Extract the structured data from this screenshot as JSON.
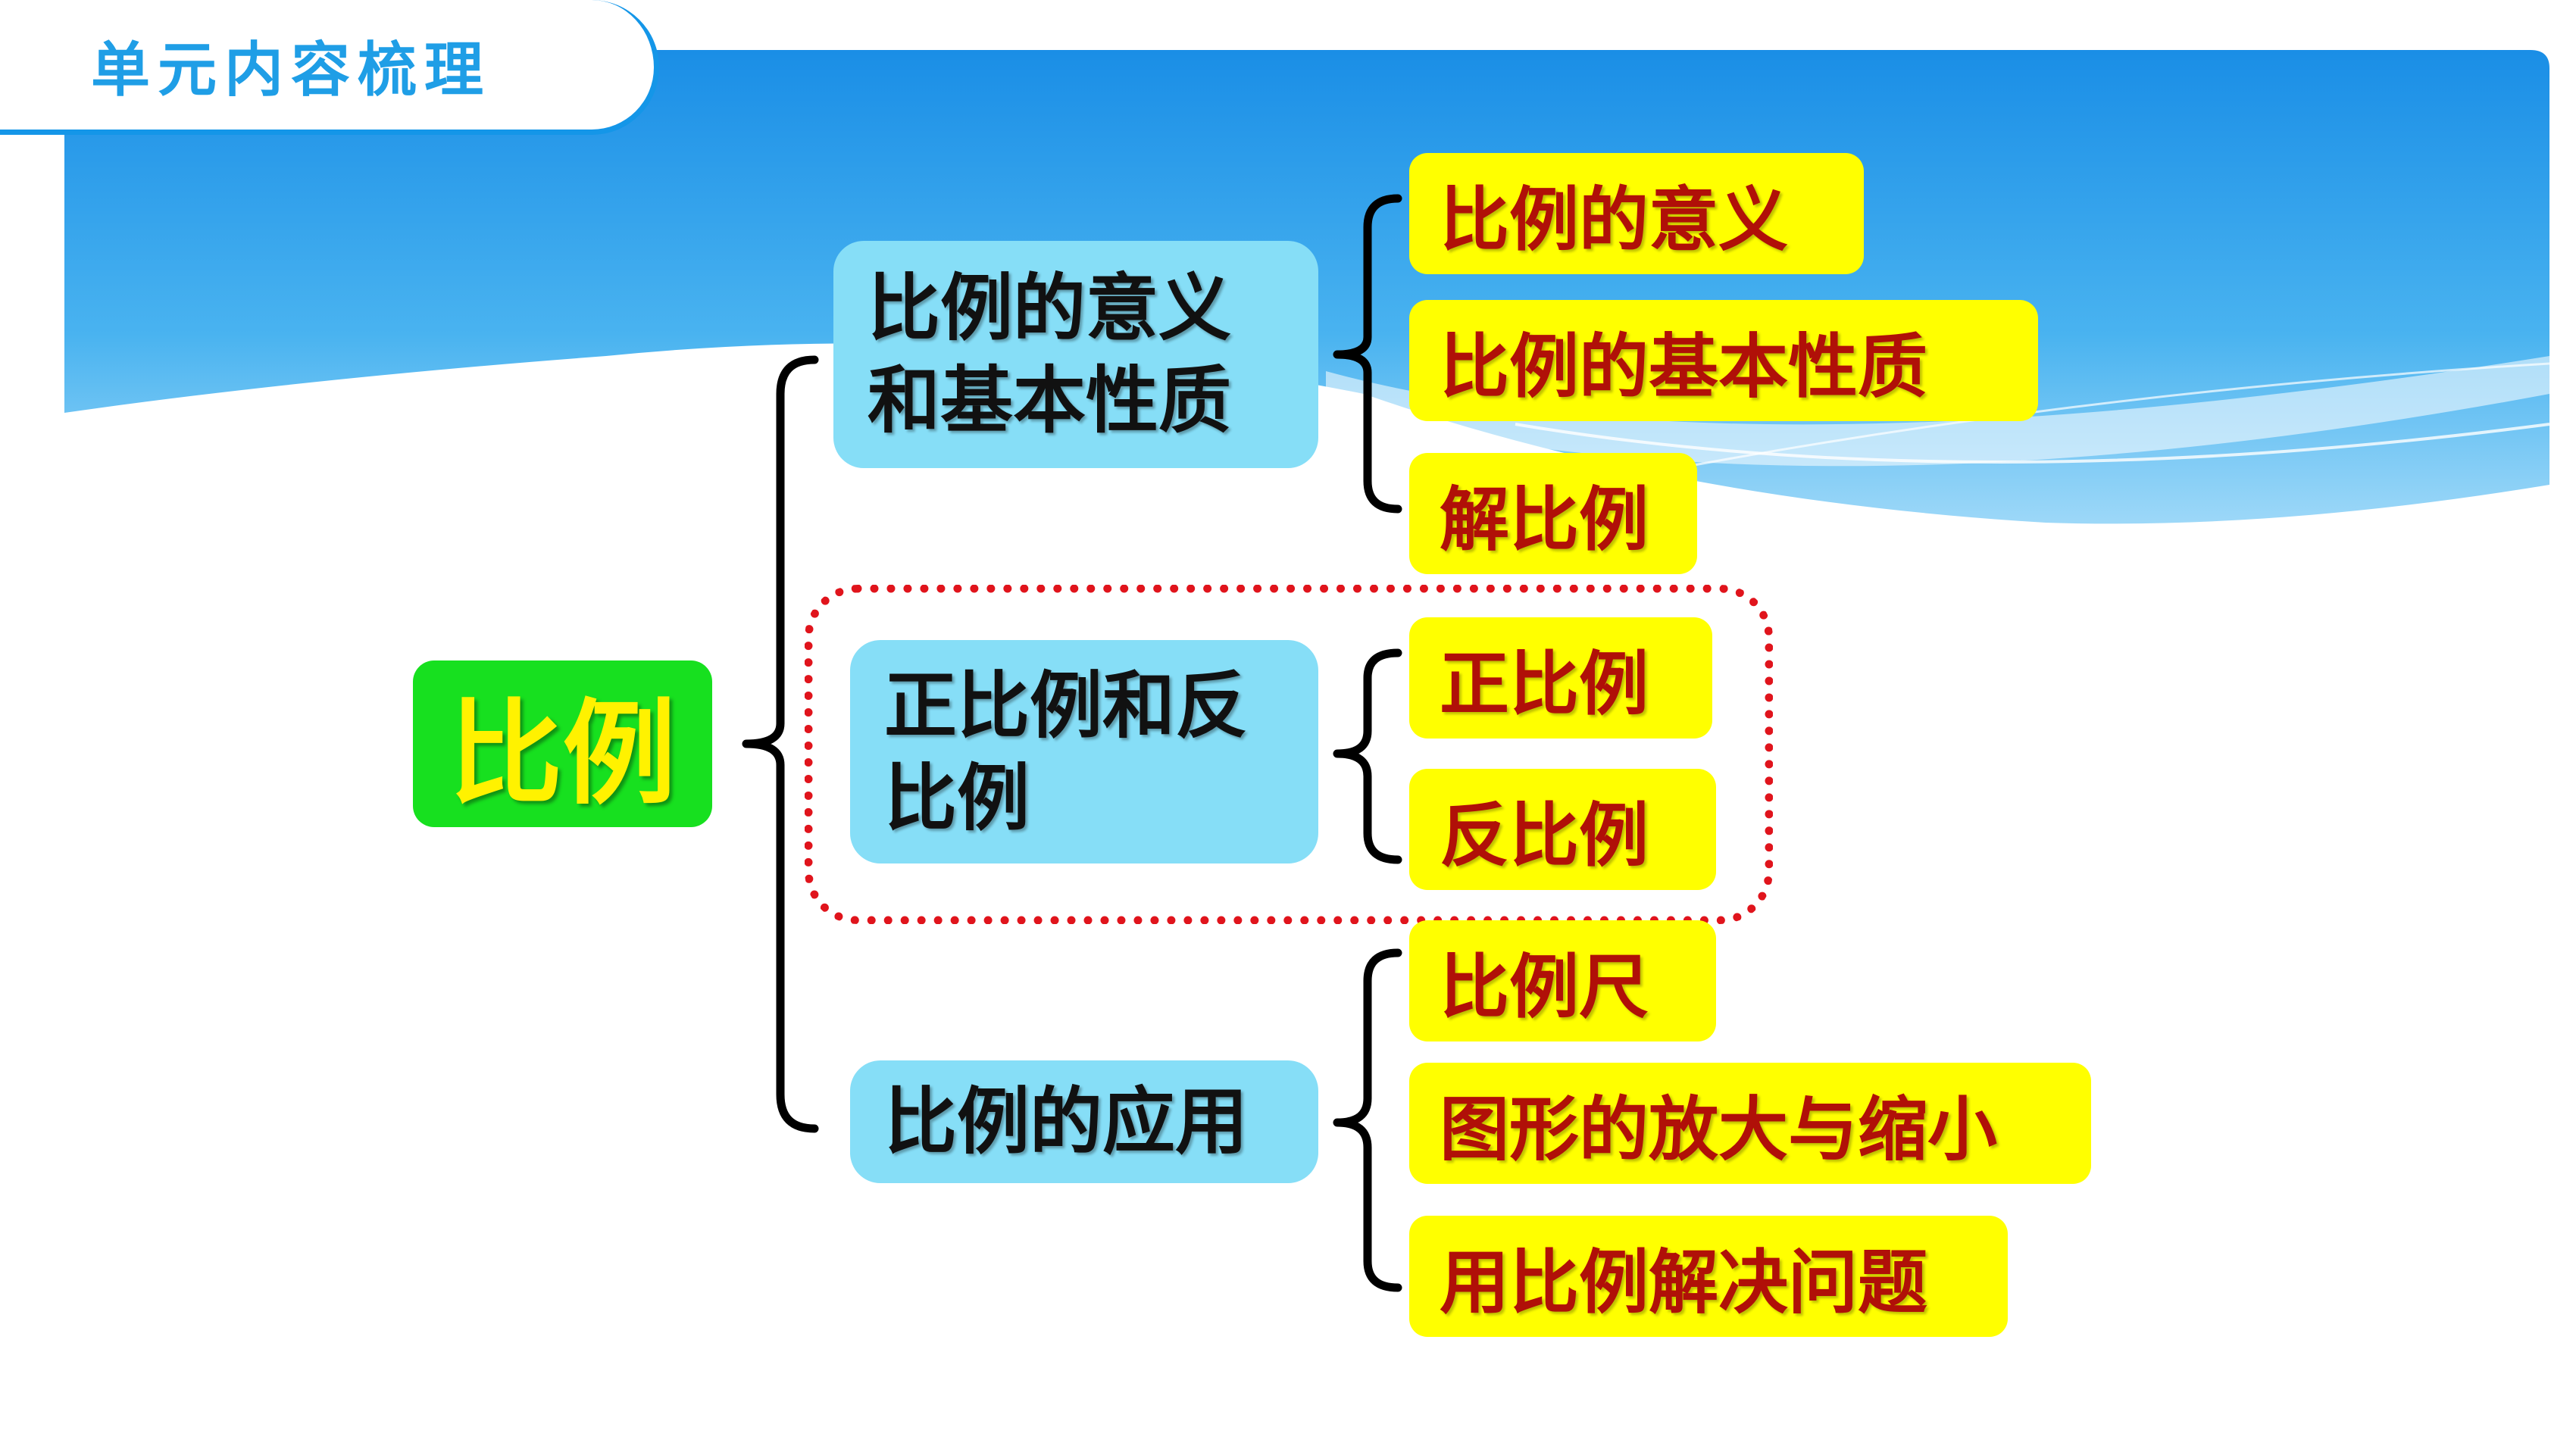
{
  "header": {
    "title": "单元内容梳理"
  },
  "diagram": {
    "root": {
      "label": "比例"
    },
    "branches": [
      {
        "lines": [
          "比例的意义",
          "和基本性质"
        ],
        "leaves": [
          "比例的意义",
          "比例的基本性质",
          "解比例"
        ]
      },
      {
        "lines": [
          "正比例和反",
          "比例"
        ],
        "leaves": [
          "正比例",
          "反比例"
        ]
      },
      {
        "lines": [
          "比例的应用"
        ],
        "leaves": [
          "比例尺",
          "图形的放大与缩小",
          "用比例解决问题"
        ]
      }
    ]
  },
  "colors": {
    "root_fill": "#17e01f",
    "root_text": "#fff200",
    "branch_fill": "#86def7",
    "leaf_fill": "#ffff00",
    "leaf_text": "#b01008",
    "highlight_border": "#e0141c",
    "banner_blue": "#1496e8"
  }
}
